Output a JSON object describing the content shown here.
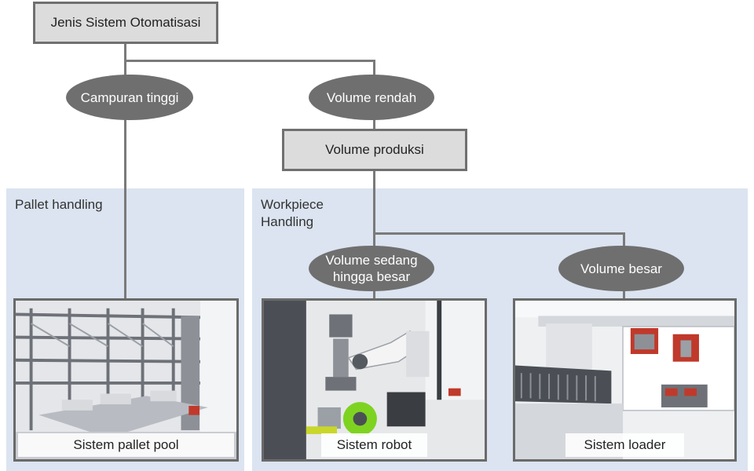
{
  "root": {
    "label": "Jenis Sistem Otomatisasi"
  },
  "branches": {
    "high_mix": "Campuran tinggi",
    "low_volume": "Volume rendah",
    "production_volume": "Volume produksi",
    "medium_high": "Volume sedang\nhingga besar",
    "large_volume": "Volume besar"
  },
  "panels": {
    "pallet": {
      "label": "Pallet handling"
    },
    "workpiece": {
      "label": "Workpiece\nHandling"
    }
  },
  "systems": {
    "pallet_pool": "Sistem pallet pool",
    "robot": "Sistem robot",
    "loader": "Sistem loader"
  },
  "colors": {
    "panel_bg": "#dbe4f0",
    "box_bg": "#dcdcdc",
    "ellipse_bg": "#6f6f6f",
    "line": "#7a7a7a",
    "robot_accent": "#7ed321",
    "loader_accent": "#d0021b"
  }
}
